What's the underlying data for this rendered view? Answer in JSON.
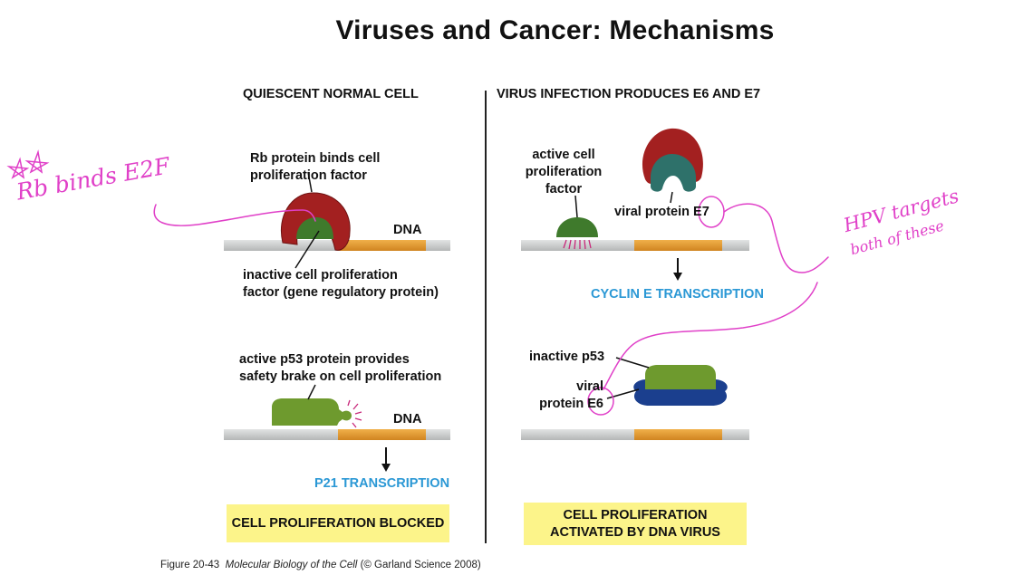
{
  "slide_title": "Viruses and Cancer: Mechanisms",
  "left_panel": {
    "heading": "QUIESCENT NORMAL CELL",
    "rb_label": [
      "Rb protein binds cell",
      "proliferation factor"
    ],
    "dna_label_top": "DNA",
    "inactive_label": [
      "inactive cell proliferation",
      "factor (gene regulatory protein)"
    ],
    "p53_label": [
      "active p53 protein provides",
      "safety brake on cell proliferation"
    ],
    "dna_label_bottom": "DNA",
    "transcription": "P21 TRANSCRIPTION",
    "result": "CELL PROLIFERATION BLOCKED"
  },
  "right_panel": {
    "heading": "VIRUS INFECTION PRODUCES E6 AND E7",
    "active_factor_label": [
      "active cell",
      "proliferation",
      "factor"
    ],
    "e7_label": "viral protein E7",
    "transcription": "CYCLIN E TRANSCRIPTION",
    "inactive_p53_label": "inactive p53",
    "e6_label": [
      "viral",
      "protein E6"
    ],
    "result": [
      "CELL PROLIFERATION",
      "ACTIVATED BY DNA VIRUS"
    ]
  },
  "handwriting": {
    "left_note": "Rb binds E2F",
    "right_note": [
      "HPV targets",
      "both of these"
    ]
  },
  "caption": {
    "figure": "Figure 20-43",
    "book": "Molecular Biology of the Cell",
    "credit": "(© Garland Science 2008)"
  },
  "colors": {
    "dna_gray": "#c6c8c8",
    "dna_orange": "#e59a2c",
    "rb_red": "#a32020",
    "factor_green": "#3f7a2c",
    "p53_green": "#6e9a2e",
    "e7_teal": "#2e716a",
    "e6_blue": "#1b3f8e",
    "annotation_magenta": "#e040c8",
    "highlight_yellow": "#fcf48a",
    "transcription_blue": "#2b98d5"
  }
}
